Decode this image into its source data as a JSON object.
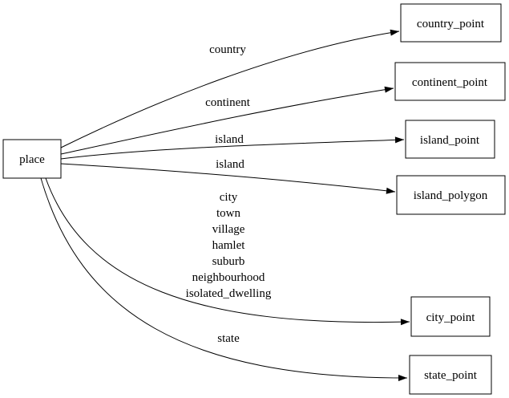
{
  "diagram": {
    "type": "directed-graph",
    "background_color": "#ffffff",
    "line_color": "#000000",
    "text_color": "#000000",
    "source_node": {
      "id": "place",
      "label": "place"
    },
    "nodes": [
      {
        "id": "country_point",
        "label": "country_point"
      },
      {
        "id": "continent_point",
        "label": "continent_point"
      },
      {
        "id": "island_point",
        "label": "island_point"
      },
      {
        "id": "island_polygon",
        "label": "island_polygon"
      },
      {
        "id": "city_point",
        "label": "city_point"
      },
      {
        "id": "state_point",
        "label": "state_point"
      }
    ],
    "edges": [
      {
        "from": "place",
        "to": "country_point",
        "label": "country"
      },
      {
        "from": "place",
        "to": "continent_point",
        "label": "continent"
      },
      {
        "from": "place",
        "to": "island_point",
        "label": "island"
      },
      {
        "from": "place",
        "to": "island_polygon",
        "label": "island"
      },
      {
        "from": "place",
        "to": "city_point",
        "label_lines": [
          "city",
          "town",
          "village",
          "hamlet",
          "suburb",
          "neighbourhood",
          "isolated_dwelling"
        ]
      },
      {
        "from": "place",
        "to": "state_point",
        "label": "state"
      }
    ]
  }
}
